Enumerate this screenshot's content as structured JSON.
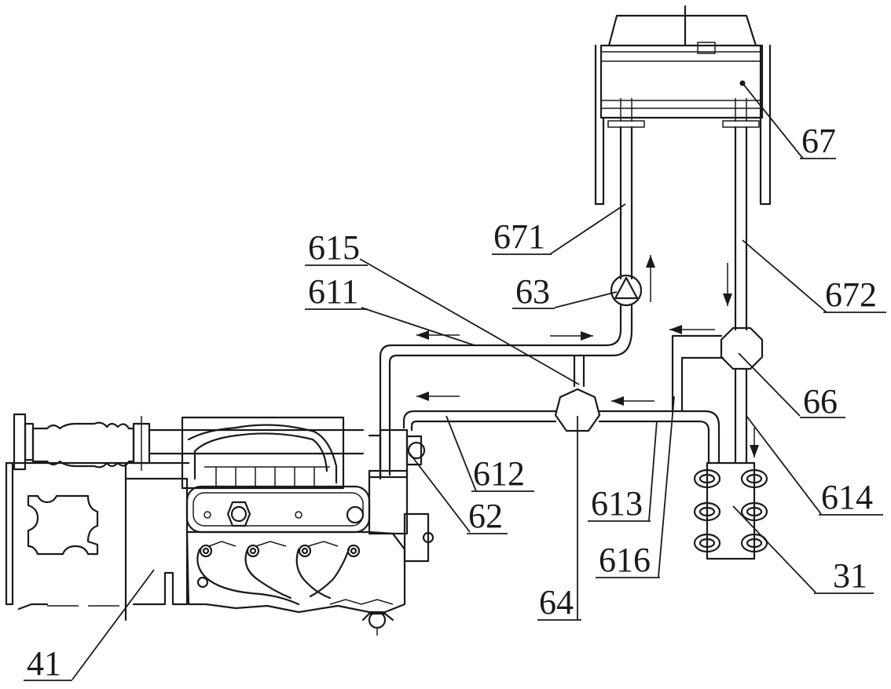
{
  "labels": {
    "l41": "41",
    "l31": "31",
    "l62": "62",
    "l63": "63",
    "l64": "64",
    "l66": "66",
    "l67": "67",
    "l611": "611",
    "l612": "612",
    "l613": "613",
    "l614": "614",
    "l615": "615",
    "l616": "616",
    "l671": "671",
    "l672": "672"
  }
}
